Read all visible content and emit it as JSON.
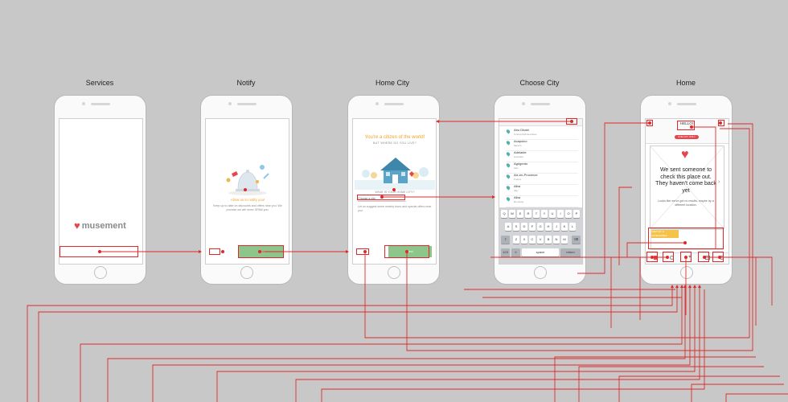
{
  "screens": [
    {
      "title": "Services"
    },
    {
      "title": "Notify"
    },
    {
      "title": "Home City"
    },
    {
      "title": "Choose City"
    },
    {
      "title": "Home"
    }
  ],
  "services": {
    "logo_text": "musement"
  },
  "notify": {
    "heading": "Allow us to notify you!",
    "body": "Keep up to date on discounts and offers near you. We promise we will never SPAM you.",
    "button": "Allow"
  },
  "home_city": {
    "heading": "You're a citizen of the world!",
    "sub": "BUT WHERE DO YOU LIVE?",
    "question": "WHAT IS YOUR HOME CITY?",
    "input_value": "Choose a city",
    "note": "Let us suggest some nearby tours and special offers near you.",
    "button": "Next"
  },
  "choose_city": {
    "cities": [
      {
        "name": "Abu Dhabi",
        "country": "United Arab Emirates"
      },
      {
        "name": "Acapulco",
        "country": "Mexico"
      },
      {
        "name": "Adelaide",
        "country": "Australia"
      },
      {
        "name": "Agrigento",
        "country": "Italy"
      },
      {
        "name": "Aix-en-Provence",
        "country": "France"
      },
      {
        "name": "Alba",
        "country": "Italy"
      },
      {
        "name": "Alba",
        "country": "Romania"
      }
    ],
    "keyboard": {
      "row1": [
        "Q",
        "W",
        "E",
        "R",
        "T",
        "Y",
        "U",
        "I",
        "O",
        "P"
      ],
      "row2": [
        "A",
        "S",
        "D",
        "F",
        "G",
        "H",
        "J",
        "K",
        "L"
      ],
      "row3": [
        "Z",
        "X",
        "C",
        "V",
        "B",
        "N",
        "M"
      ],
      "num": "123",
      "space": "space",
      "return": "return"
    }
  },
  "home": {
    "top_label": "HELLO!",
    "pill": "ONE DAY ONLY",
    "message": "We sent someone to check this place out. They haven't come back yet",
    "sub": "Looks like we've got no results, maybe try a different location.",
    "bar": "SORT BY & CATEGORIES"
  },
  "colors": {
    "background": "#c8c8c8",
    "hotspot": "#e0282a",
    "accent": "#e5454d",
    "green": "#8ec58a"
  }
}
